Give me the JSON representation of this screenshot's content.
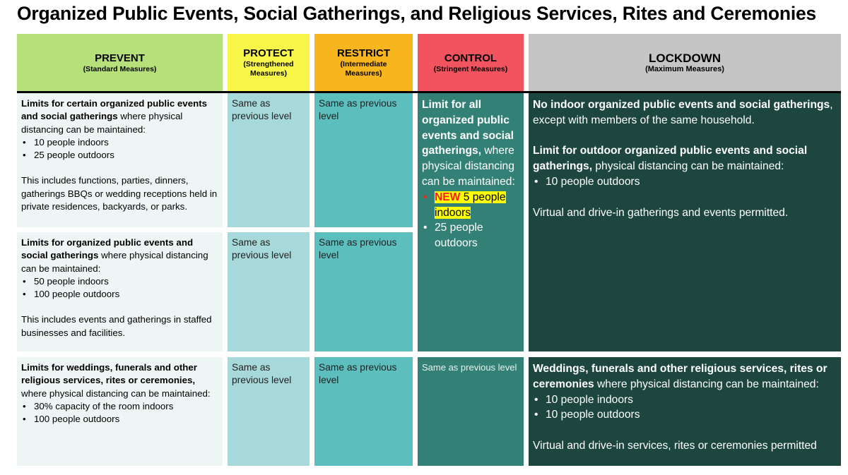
{
  "title": "Organized Public Events, Social Gatherings, and Religious Services, Rites and Ceremonies",
  "columns": [
    {
      "name": "PREVENT",
      "sub": "(Standard Measures)",
      "color": "#b6e07a"
    },
    {
      "name": "PROTECT",
      "sub": "(Strengthened Measures)",
      "color": "#f9f64a"
    },
    {
      "name": "RESTRICT",
      "sub": "(Intermediate Measures)",
      "color": "#f7b51e"
    },
    {
      "name": "CONTROL",
      "sub": "(Stringent Measures)",
      "color": "#f1545e"
    },
    {
      "name": "LOCKDOWN",
      "sub": "(Maximum Measures)",
      "color": "#c5c5c5"
    }
  ],
  "same_as_previous": "Same as previous level",
  "rows": [
    {
      "prevent": {
        "bold": "Limits for certain organized public events and social gatherings",
        "rest": " where physical distancing can be maintained:",
        "bullets": [
          "10 people indoors",
          "25 people outdoors"
        ],
        "note": "This includes functions, parties, dinners, gatherings BBQs or wedding receptions held in private residences, backyards, or parks."
      }
    },
    {
      "prevent": {
        "bold": "Limits for organized public events and social gatherings",
        "rest": " where physical distancing can be maintained:",
        "bullets": [
          "50 people indoors",
          "100 people outdoors"
        ],
        "note": "This includes events and gatherings in staffed businesses and facilities."
      }
    },
    {
      "prevent": {
        "bold": "Limits for weddings, funerals and other religious services, rites or ceremonies,",
        "rest": " where physical distancing can be maintained:",
        "bullets": [
          "30% capacity of the room indoors",
          "100 people outdoors"
        ]
      }
    }
  ],
  "control_merged": {
    "bold": "Limit for all organized public events and social gatherings,",
    "rest": " where physical distancing can be maintained:",
    "new_label": "NEW",
    "new_bullet": "5 people indoors",
    "bullet2": "25 people outdoors"
  },
  "lockdown_merged": {
    "p1_bold": "No indoor organized public events and social gatherings",
    "p1_rest": ", except with members of the same household.",
    "p2_bold": "Limit for outdoor organized public events and social gatherings,",
    "p2_rest": " physical distancing can be maintained:",
    "p2_bullets": [
      "10 people outdoors"
    ],
    "p3": "Virtual and drive-in gatherings and events permitted."
  },
  "lockdown_row3": {
    "bold": "Weddings, funerals and other religious services, rites or ceremonies",
    "rest": " where physical distancing can be maintained:",
    "bullets": [
      "10 people indoors",
      "10 people outdoors"
    ],
    "note": "Virtual and drive-in services, rites or ceremonies permitted"
  }
}
